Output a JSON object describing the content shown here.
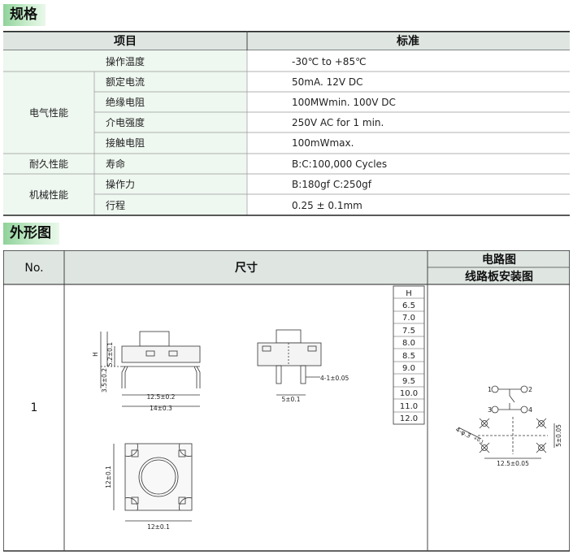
{
  "spec_section": {
    "title": "规格",
    "headers": [
      "项目",
      "标准"
    ],
    "groups": [
      {
        "group": "",
        "item": "操作温度",
        "standard": "-30℃ to +85℃"
      },
      {
        "group": "电气性能",
        "rows": [
          {
            "item": "额定电流",
            "standard": "50mA. 12V DC"
          },
          {
            "item": "绝缘电阻",
            "standard": "100MWmin. 100V DC"
          },
          {
            "item": "介电强度",
            "standard": "250V AC for 1 min."
          },
          {
            "item": "接触电阻",
            "standard": "100mWmax."
          }
        ]
      },
      {
        "group": "耐久性能",
        "rows": [
          {
            "item": "寿命",
            "standard": "B:C:100,000 Cycles"
          }
        ]
      },
      {
        "group": "机械性能",
        "rows": [
          {
            "item": "操作力",
            "standard": "B:180gf  C:250gf"
          },
          {
            "item": "行程",
            "standard": "0.25 ± 0.1mm"
          }
        ]
      }
    ]
  },
  "outline_section": {
    "title": "外形图",
    "headers": {
      "no": "No.",
      "size": "尺寸",
      "circuit": "电路图",
      "pcb": "线路板安装图"
    },
    "row_no": "1",
    "height_table": {
      "header": "H",
      "values": [
        "6.5",
        "7.0",
        "7.5",
        "8.0",
        "8.5",
        "9.0",
        "9.5",
        "10.0",
        "11.0",
        "12.0"
      ]
    },
    "dims": {
      "front_h": "H",
      "front_52": "5.2±0.1",
      "front_35": "3.5±0.2",
      "front_125": "12.5±0.2",
      "front_14": "14±0.3",
      "side_41": "4-1±0.05",
      "side_5": "5±0.1",
      "top_12v": "12±0.1",
      "top_12h": "12±0.1",
      "pcb_hole": "4-φ.3",
      "pcb_tol": "+0.1",
      "pcb_5": "5±0.05",
      "pcb_125": "12.5±0.05"
    },
    "pins": [
      "1",
      "2",
      "3",
      "4"
    ]
  }
}
